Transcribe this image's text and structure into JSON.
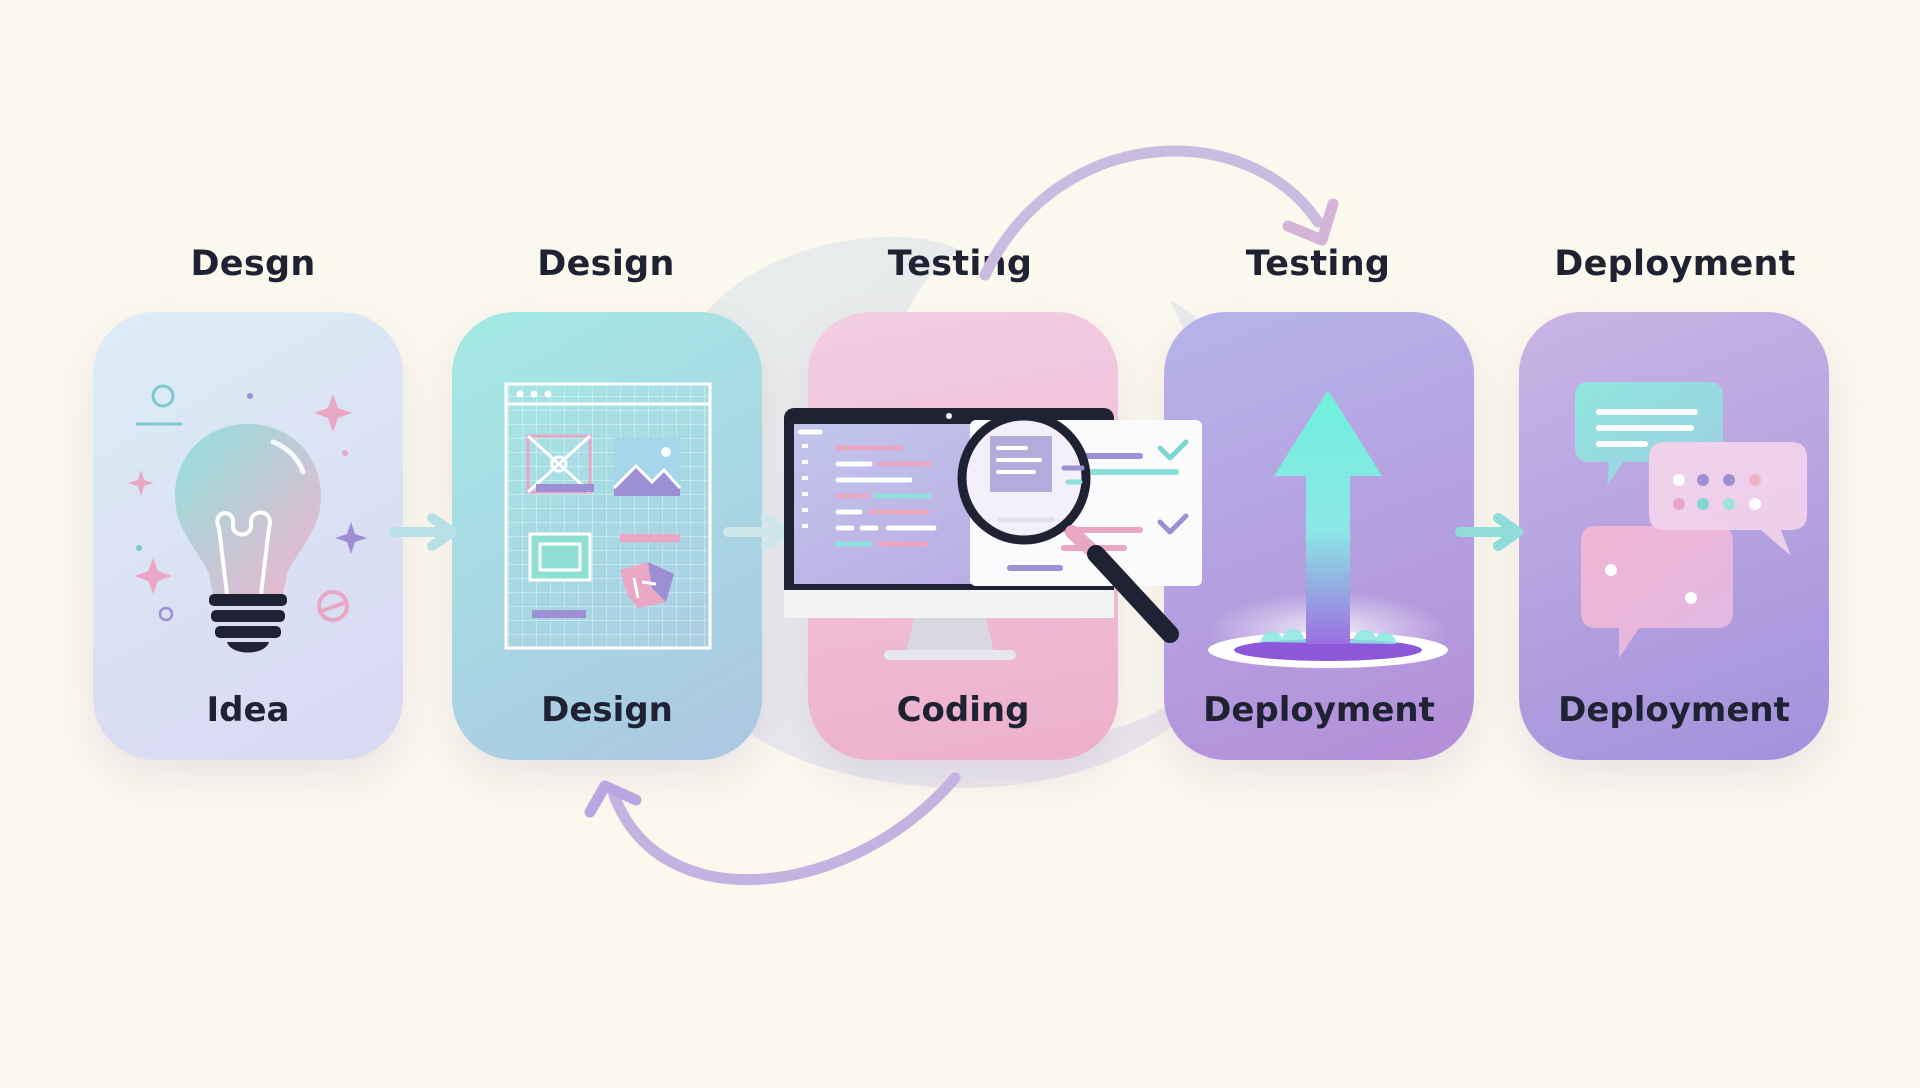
{
  "headings": [
    "Desgn",
    "Design",
    "Testing",
    "Testing",
    "Deployment"
  ],
  "cards": [
    {
      "label": "Idea",
      "icon": "lightbulb-icon"
    },
    {
      "label": "Design",
      "icon": "wireframe-icon"
    },
    {
      "label": "Coding",
      "icon": "monitor-magnifier-icon"
    },
    {
      "label": "Deployment",
      "icon": "upward-arrow-icon"
    },
    {
      "label": "Deployment",
      "icon": "chat-bubbles-icon"
    }
  ],
  "colors": {
    "background": "#fbf8ee",
    "text": "#1f2233",
    "arrow_teal": "#b9e7e8",
    "loop_arrow": "#c4b2e0",
    "accent_teal": "#7fe3d8",
    "accent_pink": "#efb6cf",
    "accent_purple": "#9f86d8"
  }
}
